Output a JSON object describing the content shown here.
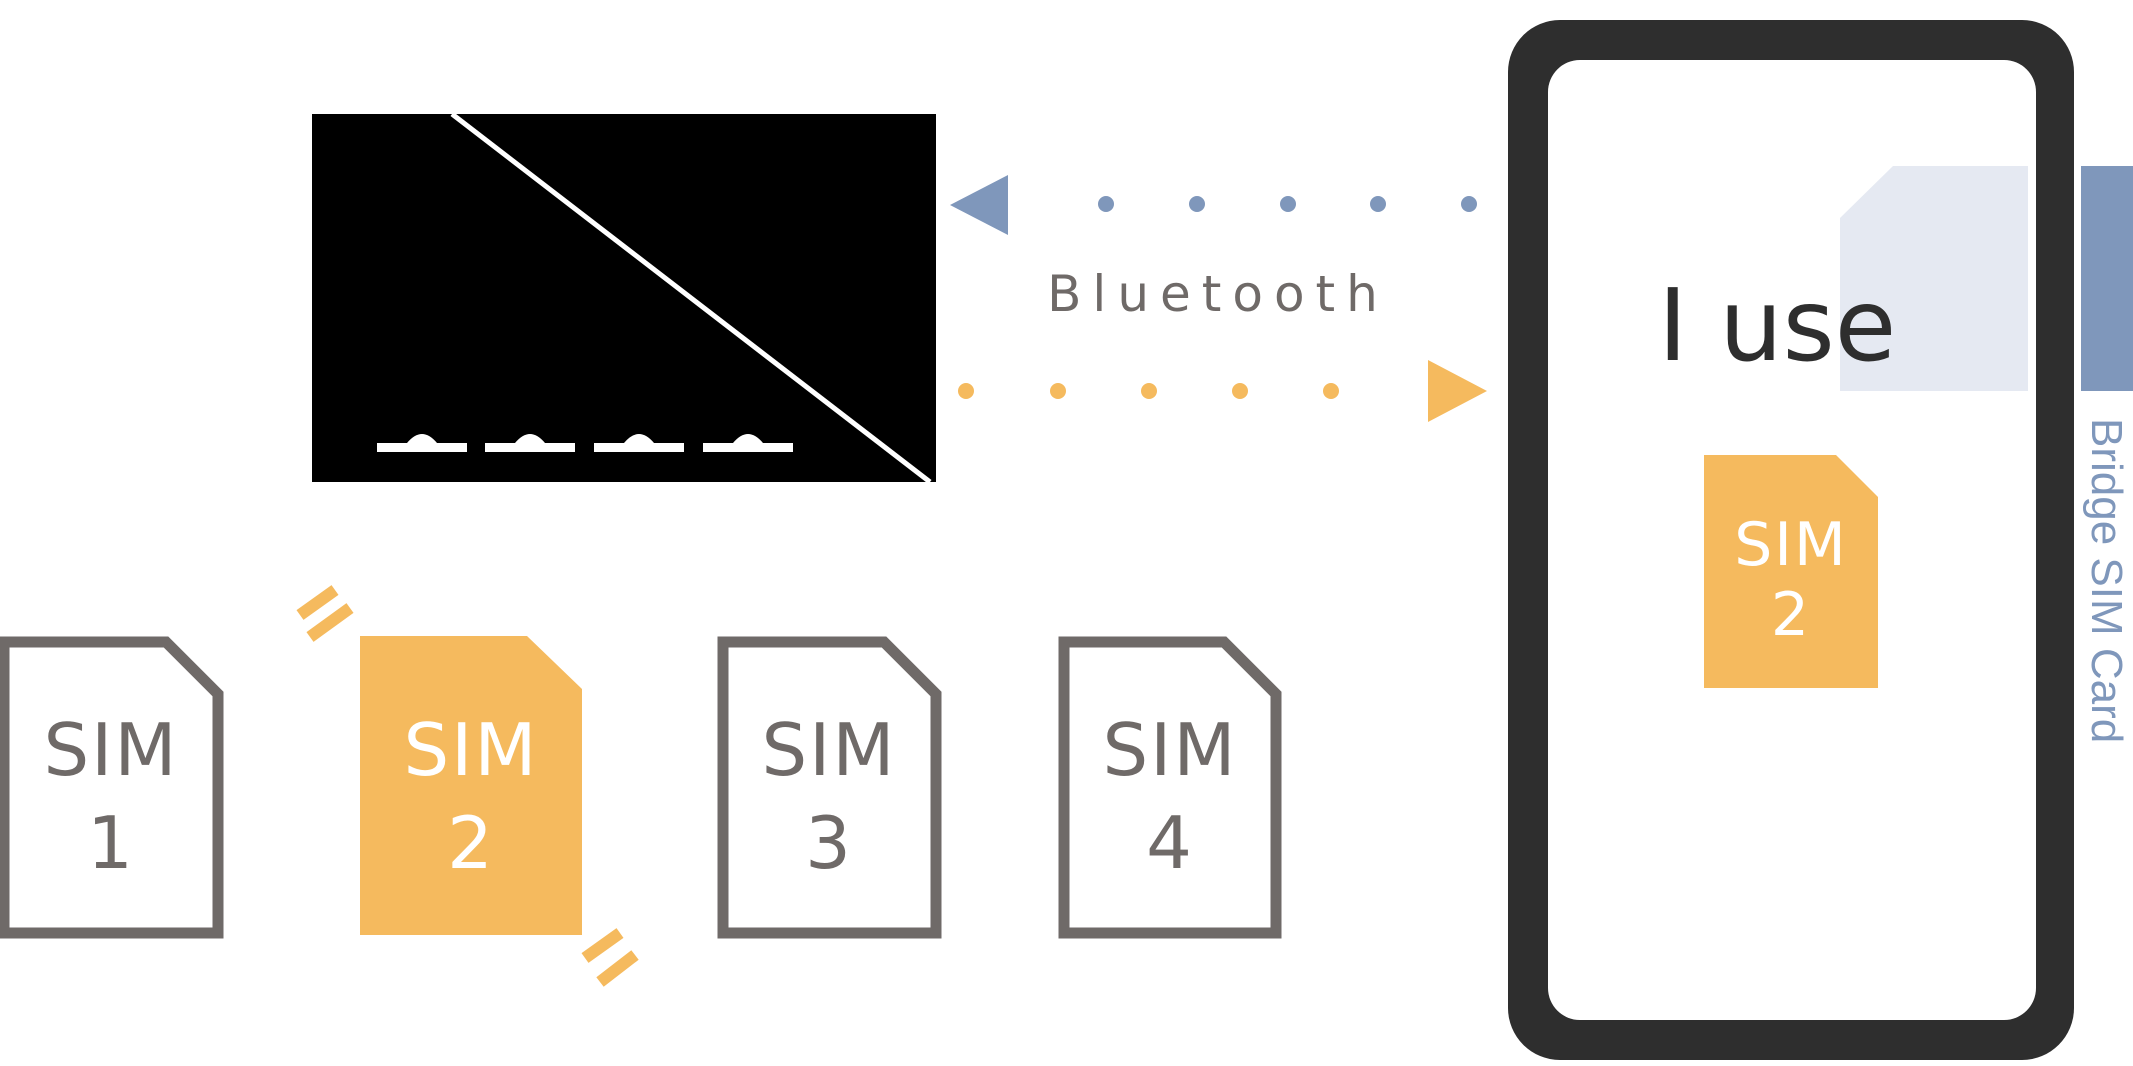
{
  "colors": {
    "accent": "#F5BA5E",
    "gray": "#6F6A68",
    "blue": "#7F97BB",
    "light_blue": "#E5E9F2",
    "phone": "#2E2E2E",
    "device": "#000000"
  },
  "sim_cards": [
    {
      "line1": "SIM",
      "line2": "1",
      "active": false
    },
    {
      "line1": "SIM",
      "line2": "2",
      "active": true
    },
    {
      "line1": "SIM",
      "line2": "3",
      "active": false
    },
    {
      "line1": "SIM",
      "line2": "4",
      "active": false
    }
  ],
  "bluetooth_label": "Bluetooth",
  "phone": {
    "caption": "I use",
    "sim": {
      "line1": "SIM",
      "line2": "2"
    }
  },
  "side_label": "Bridge SIM Card"
}
